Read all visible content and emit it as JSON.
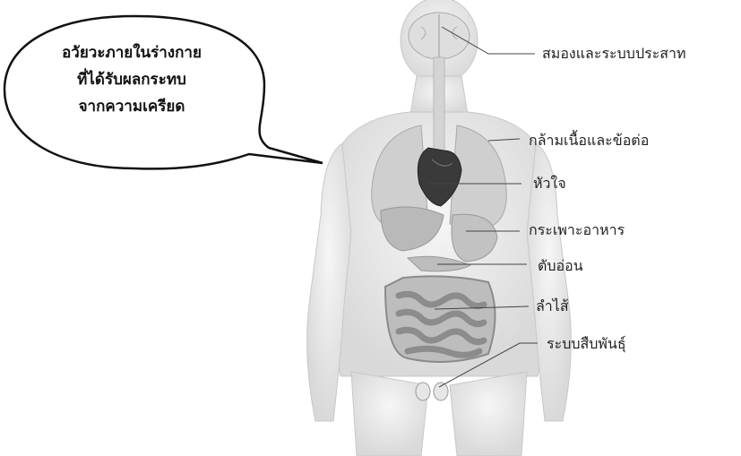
{
  "callout": {
    "line1": "อวัยวะภายในร่างกาย",
    "line2": "ที่ได้รับผลกระทบ",
    "line3": "จากความเครียด"
  },
  "labels": {
    "brain": "สมองและระบบประสาท",
    "muscles": "กล้ามเนื้อและข้อต่อ",
    "heart": "หัวใจ",
    "stomach": "กระเพาะอาหาร",
    "pancreas": "ตับอ่อน",
    "intestine": "ลำไส้",
    "reproductive": "ระบบสืบพันธุ์"
  }
}
